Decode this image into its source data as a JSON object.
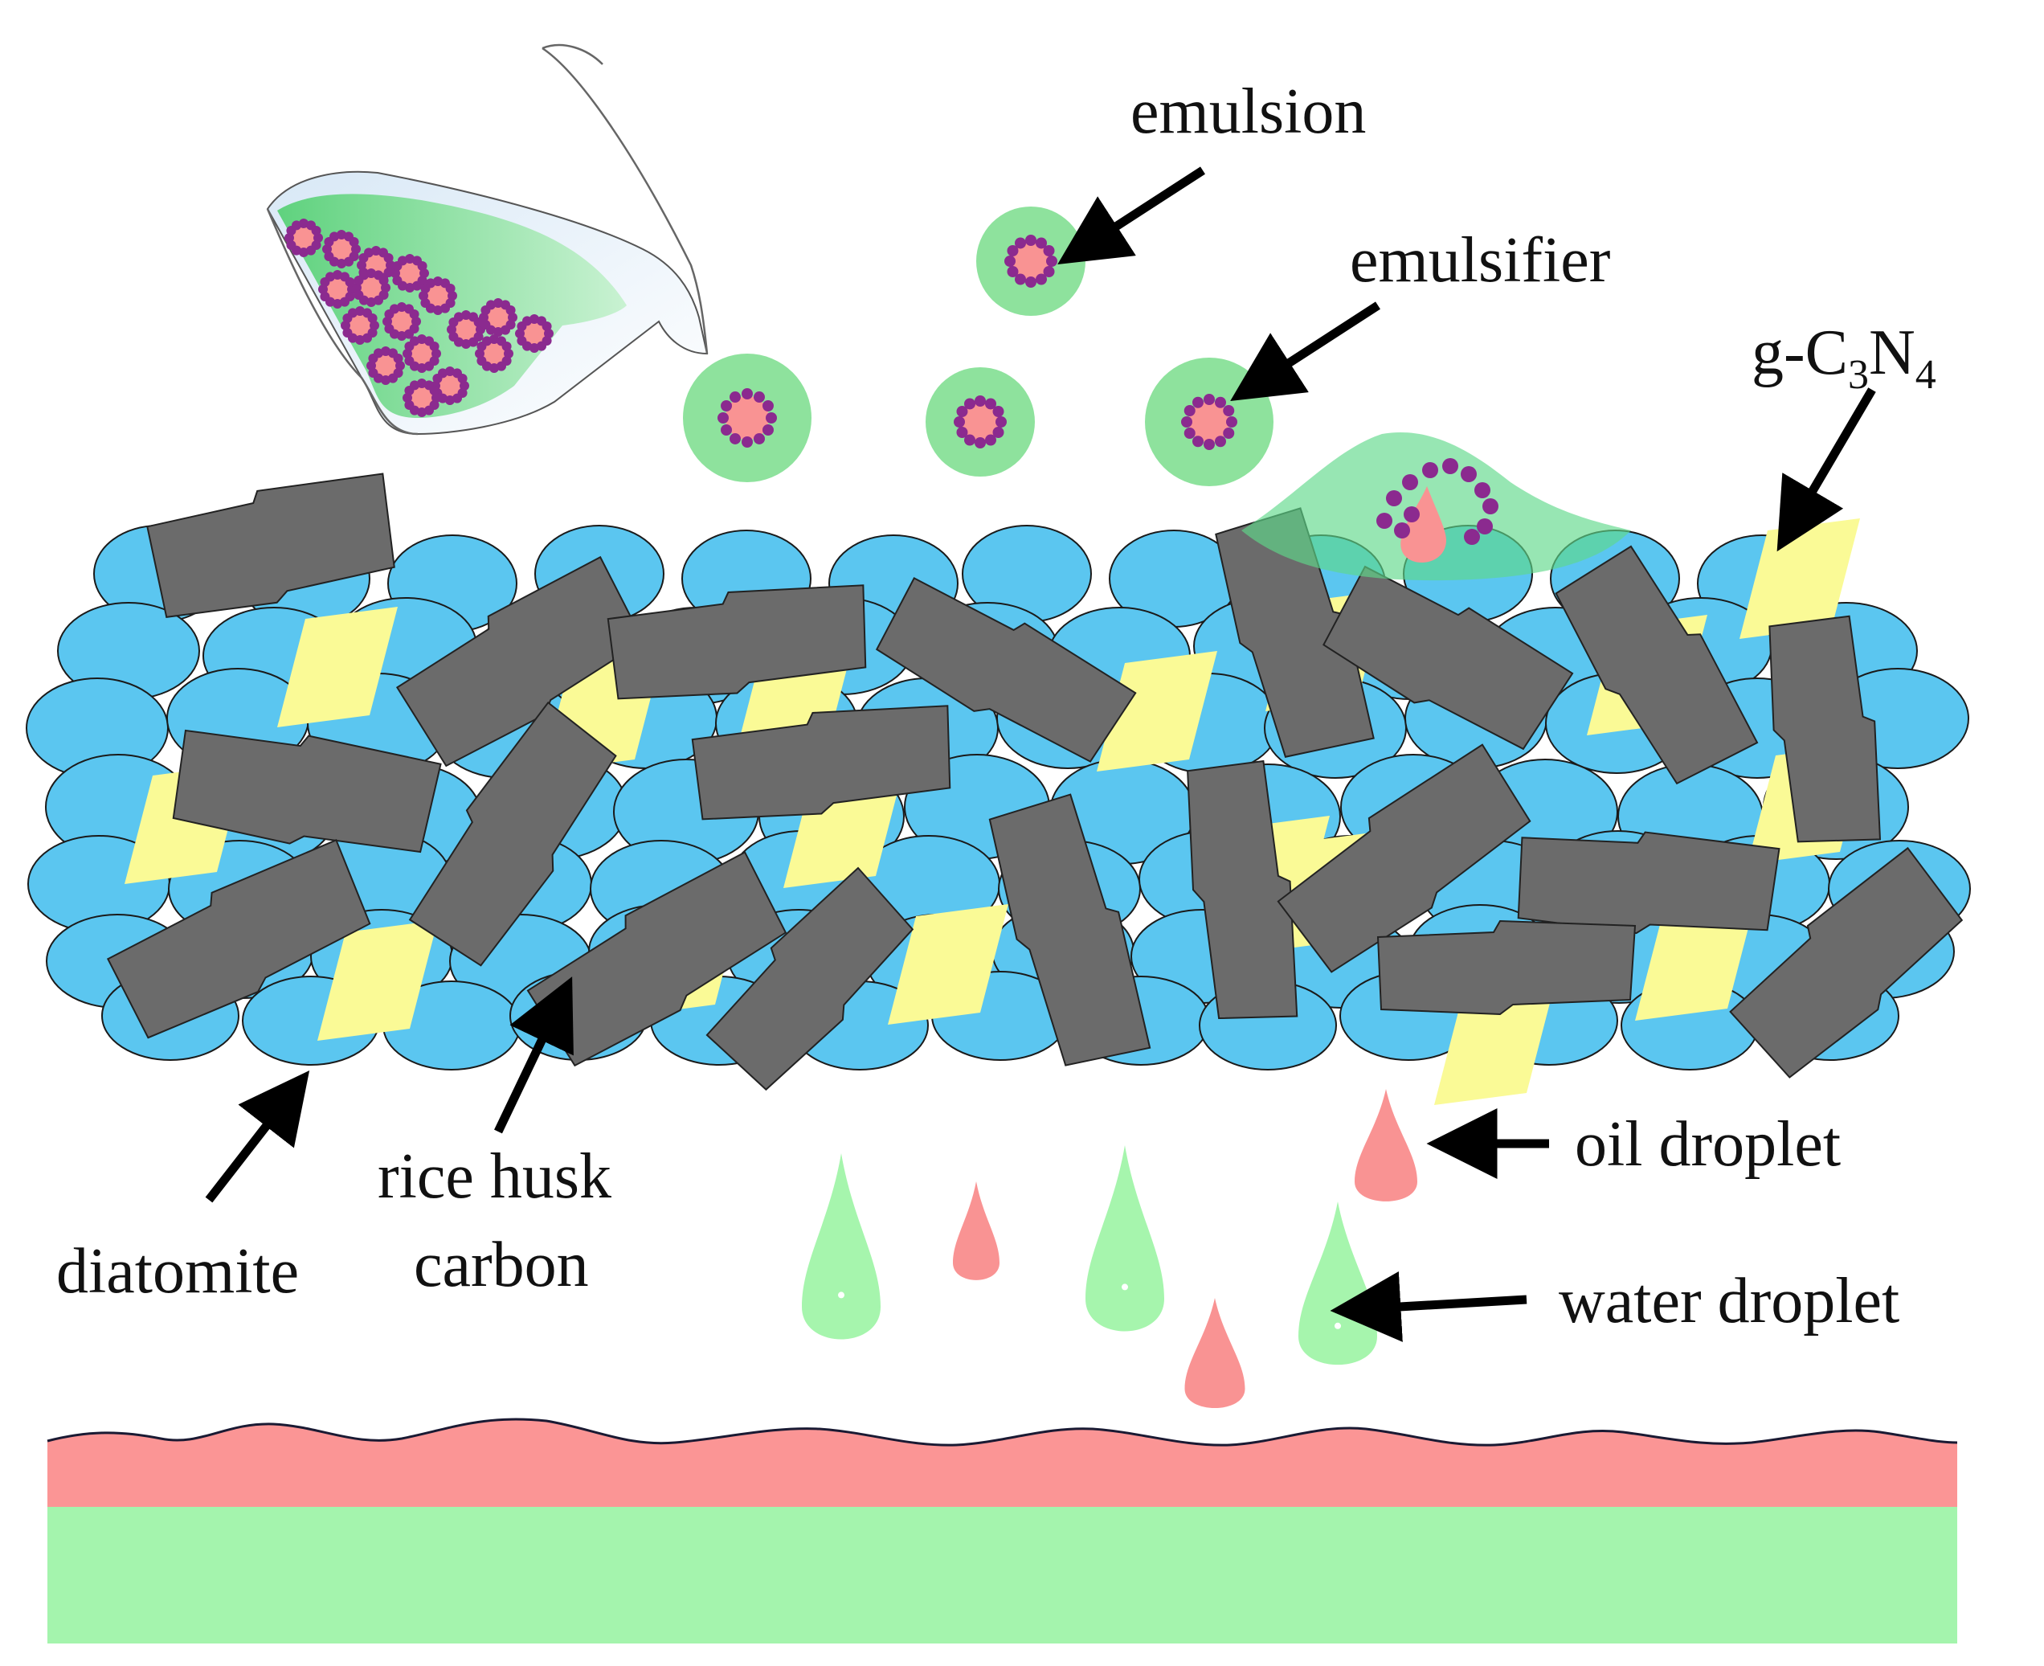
{
  "labels": {
    "emulsion": "emulsion",
    "emulsifier": "emulsifier",
    "gcn_prefix": "g-C",
    "gcn_sub1": "3",
    "gcn_mid": "N",
    "gcn_sub2": "4",
    "diatomite": "diatomite",
    "rice_husk_line1": "rice husk",
    "rice_husk_line2": "carbon",
    "oil_droplet": "oil droplet",
    "water_droplet": "water droplet"
  },
  "colors": {
    "diatomite": "#5bc6f0",
    "carbon": "#6b6b6b",
    "gcn": "#fafa96",
    "emulsion_shell": "#8ee29d",
    "oil": "#f99393",
    "emulsifier": "#8b2a8f",
    "water": "#a6f5ad",
    "oil_layer": "#fb9595",
    "water_layer": "#a4f4ad"
  },
  "icons": {
    "beaker": "beaker-icon",
    "arrow": "arrow-icon"
  }
}
